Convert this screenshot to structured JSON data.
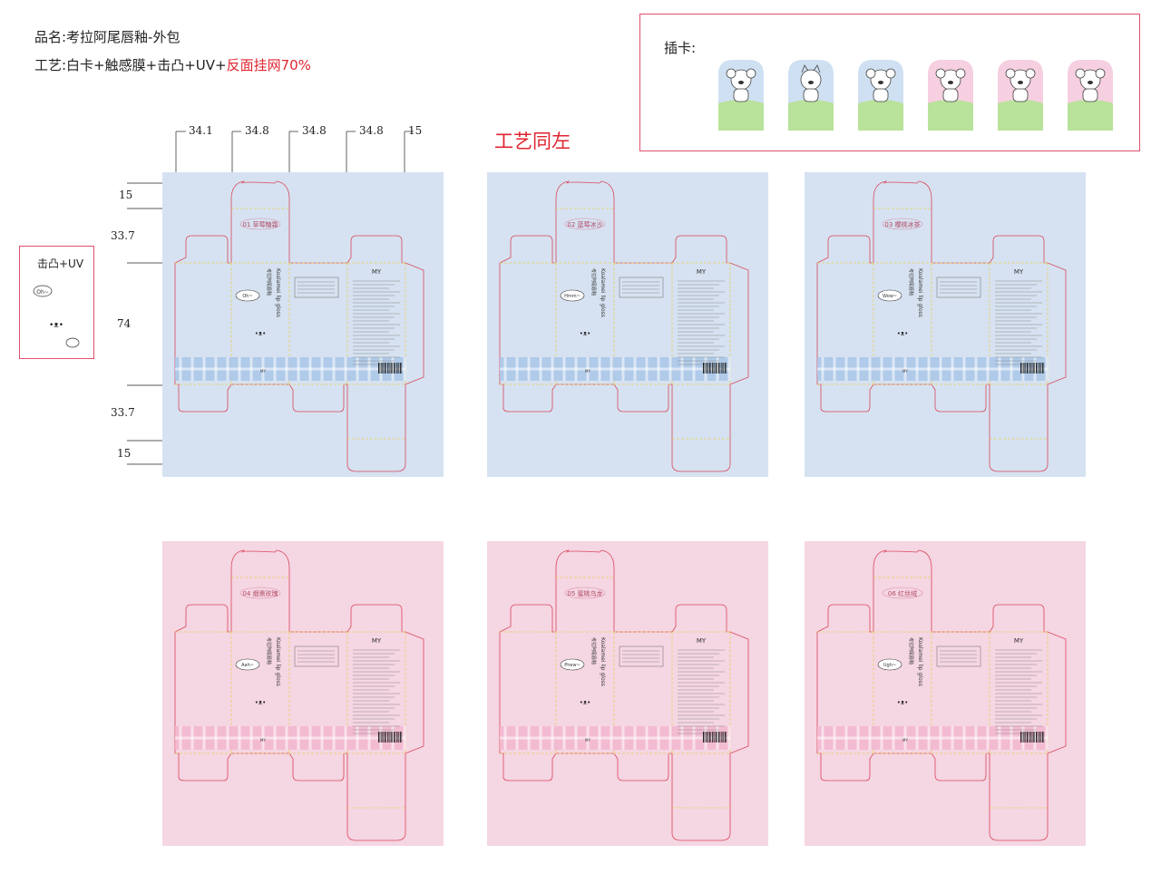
{
  "header": {
    "product_line": "品名:考拉阿尾唇釉-外包",
    "craft_prefix": "工艺:白卡+触感膜+击凸+UV+",
    "craft_highlight": "反面挂网70%"
  },
  "same_as_left": "工艺同左",
  "insert_card": {
    "title": "插卡:",
    "cards": [
      {
        "bg": "#cfe0f2",
        "animal": "koala"
      },
      {
        "bg": "#cfe0f2",
        "animal": "cat"
      },
      {
        "bg": "#cfe0f2",
        "animal": "koala"
      },
      {
        "bg": "#f6cfe0",
        "animal": "koala"
      },
      {
        "bg": "#f6cfe0",
        "animal": "koala"
      },
      {
        "bg": "#f6cfe0",
        "animal": "koala"
      }
    ]
  },
  "emboss": {
    "title": "击凸+UV",
    "bubble_text": "Oh~",
    "face_glyph": "•ᴥ•"
  },
  "dimensions": {
    "top": [
      "34.1",
      "34.8",
      "34.8",
      "34.8",
      "15"
    ],
    "left": [
      "15",
      "33.7",
      "74",
      "33.7",
      "15"
    ]
  },
  "boxes": [
    {
      "bg": "#d6e2f1",
      "accent": "#a9c6e8",
      "label": "01 草莓糖霜",
      "bubble": "Oh~",
      "brand": "MY"
    },
    {
      "bg": "#d6e2f1",
      "accent": "#a9c6e8",
      "label": "02 蓝莓冰沙",
      "bubble": "Hmm~",
      "brand": "MY"
    },
    {
      "bg": "#d6e2f1",
      "accent": "#a9c6e8",
      "label": "03 樱桃冰茶",
      "bubble": "Wow~",
      "brand": "MY"
    },
    {
      "bg": "#f5d6e3",
      "accent": "#f2b6cf",
      "label": "04 烟熏玫瑰",
      "bubble": "Aah~",
      "brand": "MY"
    },
    {
      "bg": "#f5d6e3",
      "accent": "#f2b6cf",
      "label": "05 蜜桃乌龙",
      "bubble": "Phew~",
      "brand": "MY"
    },
    {
      "bg": "#f5d6e3",
      "accent": "#f2b6cf",
      "label": "06 红丝绒",
      "bubble": "Ugh~",
      "brand": "MY"
    }
  ],
  "side_text": "Koalamei lip gloss",
  "side_cn": "考拉阿尾唇釉"
}
